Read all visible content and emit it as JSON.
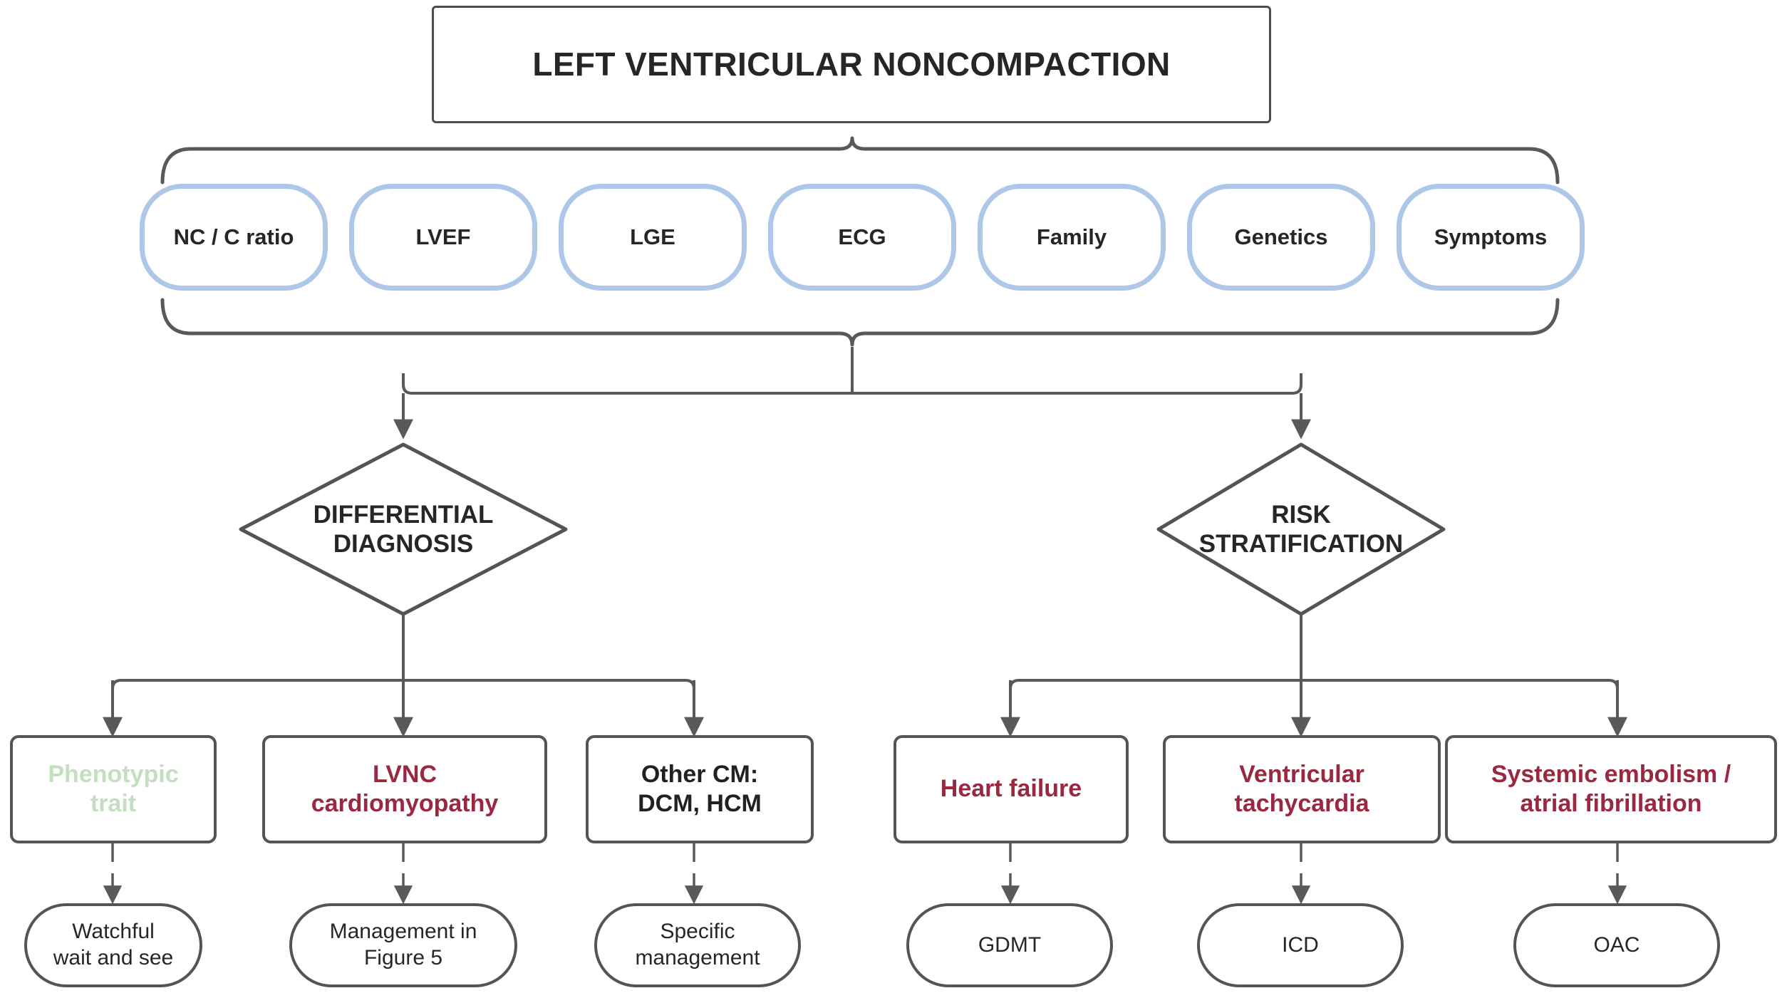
{
  "diagram": {
    "title_box": {
      "label": "LEFT VENTRICULAR NONCOMPACTION"
    },
    "criteria": {
      "items": [
        {
          "label": "NC / C ratio"
        },
        {
          "label": "LVEF"
        },
        {
          "label": "LGE"
        },
        {
          "label": "ECG"
        },
        {
          "label": "Family"
        },
        {
          "label": "Genetics"
        },
        {
          "label": "Symptoms"
        }
      ]
    },
    "decisions": [
      {
        "line1": "DIFFERENTIAL",
        "line2": "DIAGNOSIS"
      },
      {
        "line1": "RISK",
        "line2": "STRATIFICATION"
      }
    ],
    "outcomes": [
      {
        "line1": "Phenotypic",
        "line2": "trait",
        "color_key": "green"
      },
      {
        "line1": "LVNC",
        "line2": "cardiomyopathy",
        "color_key": "maroon"
      },
      {
        "line1": "Other CM:",
        "line2": "DCM, HCM",
        "color_key": "dark"
      },
      {
        "line1": "Heart failure",
        "line2": "",
        "color_key": "maroon"
      },
      {
        "line1": "Ventricular",
        "line2": "tachycardia",
        "color_key": "maroon"
      },
      {
        "line1": "Systemic embolism /",
        "line2": "atrial fibrillation",
        "color_key": "maroon"
      }
    ],
    "terminals": [
      {
        "line1": "Watchful",
        "line2": "wait and see"
      },
      {
        "line1": "Management in",
        "line2": "Figure 5"
      },
      {
        "line1": "Specific",
        "line2": "management"
      },
      {
        "line1": "GDMT",
        "line2": ""
      },
      {
        "line1": "ICD",
        "line2": ""
      },
      {
        "line1": "OAC",
        "line2": ""
      }
    ],
    "colors": {
      "pill_border": "#aec6e8",
      "node_border": "#545454",
      "connector": "#595959",
      "green_text": "#c3dfc0",
      "maroon_text": "#9a2840",
      "dark_text": "#1f2124",
      "background": "#ffffff"
    }
  }
}
